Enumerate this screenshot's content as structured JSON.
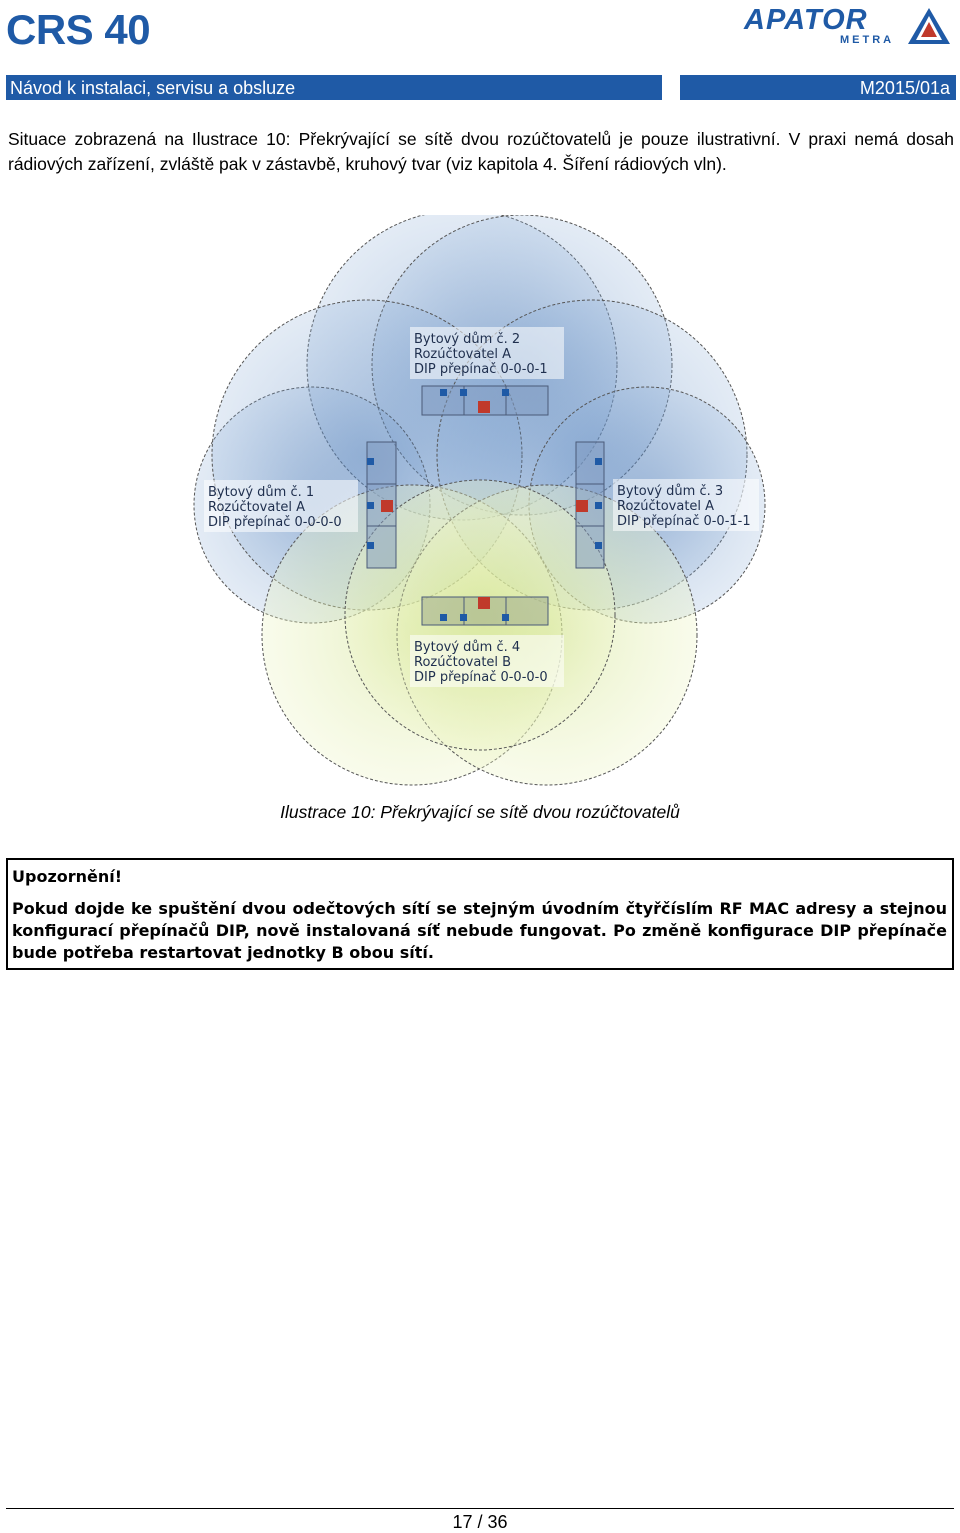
{
  "header": {
    "doc_title": "CRS 40",
    "brand": "APATOR",
    "brand_sub": "METRA",
    "subtitle": "Návod k instalaci, servisu a obsluze",
    "doc_code": "M2015/01a"
  },
  "intro_text": "Situace zobrazená na Ilustrace 10: Překrývající se sítě dvou rozúčtovatelů je pouze ilustrativní. V praxi nemá dosah rádiových zařízení, zvláště pak v zástavbě, kruhový tvar (viz kapitola 4. Šíření rádiových vln).",
  "figure": {
    "buildings": [
      {
        "line1": "Bytový dům č. 2",
        "line2": "Rozúčtovatel A",
        "line3": "DIP přepínač 0-0-0-1"
      },
      {
        "line1": "Bytový dům č. 1",
        "line2": "Rozúčtovatel A",
        "line3": "DIP přepínač 0-0-0-0"
      },
      {
        "line1": "Bytový dům č. 3",
        "line2": "Rozúčtovatel A",
        "line3": "DIP přepínač 0-0-1-1"
      },
      {
        "line1": "Bytový dům č. 4",
        "line2": "Rozúčtovatel B",
        "line3": "DIP přepínač 0-0-0-0"
      }
    ],
    "colors": {
      "network_a": "#3d6fb0",
      "network_b": "#d6e8a0",
      "concentrator": "#c0392b",
      "node": "#1f5aa6"
    },
    "caption": "Ilustrace 10: Překrývající se sítě dvou rozúčtovatelů"
  },
  "warning": {
    "title": "Upozornění!",
    "body": "Pokud dojde ke spuštění dvou odečtových sítí se stejným úvodním čtyřčíslím RF MAC adresy a stejnou konfigurací přepínačů DIP, nově instalovaná síť nebude fungovat. Po změně konfigurace DIP přepínače bude potřeba restartovat jednotky B obou sítí."
  },
  "footer": {
    "page": "17 / 36"
  }
}
